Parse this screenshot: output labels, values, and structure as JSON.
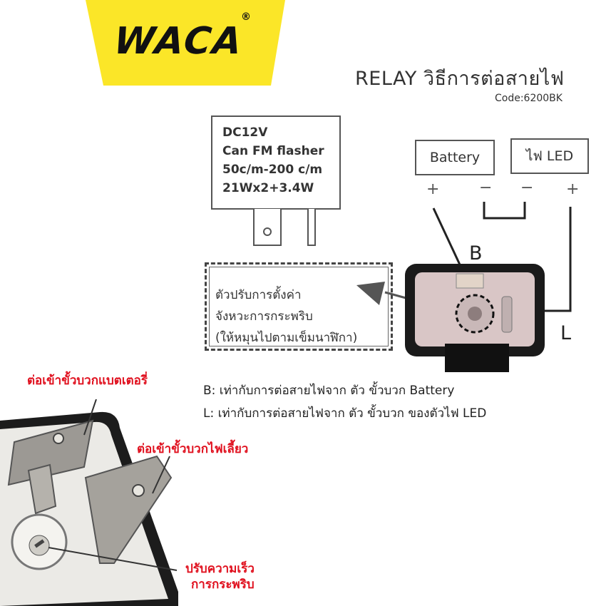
{
  "brand": {
    "logo_text": "WACA",
    "registered_mark": "®",
    "accent_color": "#fbe628"
  },
  "header": {
    "title": "RELAY วิธีการต่อสายไฟ",
    "code": "Code:6200BK"
  },
  "flasher_specs": [
    "DC12V",
    "Can FM flasher",
    "50c/m-200 c/m",
    "21Wx2+3.4W"
  ],
  "terminals": {
    "battery_label": "Battery",
    "led_label": "ไฟ LED",
    "plus": "+",
    "minus": "−",
    "b_marker": "B",
    "l_marker": "L"
  },
  "adjust_note": [
    "ตัวปรับการตั้งค่า",
    "จังหวะการกระพริบ",
    "(ให้หมุนไปตามเข็มนาฬิกา)"
  ],
  "legend": [
    "B: เท่ากับการต่อสายไฟจาก ตัว ขั้วบวก Battery",
    "L: เท่ากับการต่อสายไฟจาก ตัว ขั้วบวก ของตัวไฟ LED"
  ],
  "photo_callouts": {
    "battery_plus": "ต่อเข้าขั้วบวกแบตเตอรี่",
    "signal_plus": "ต่อเข้าขั้วบวกไฟเลี้ยว",
    "speed_line1": "ปรับความเร็ว",
    "speed_line2": "การกระพริบ"
  }
}
